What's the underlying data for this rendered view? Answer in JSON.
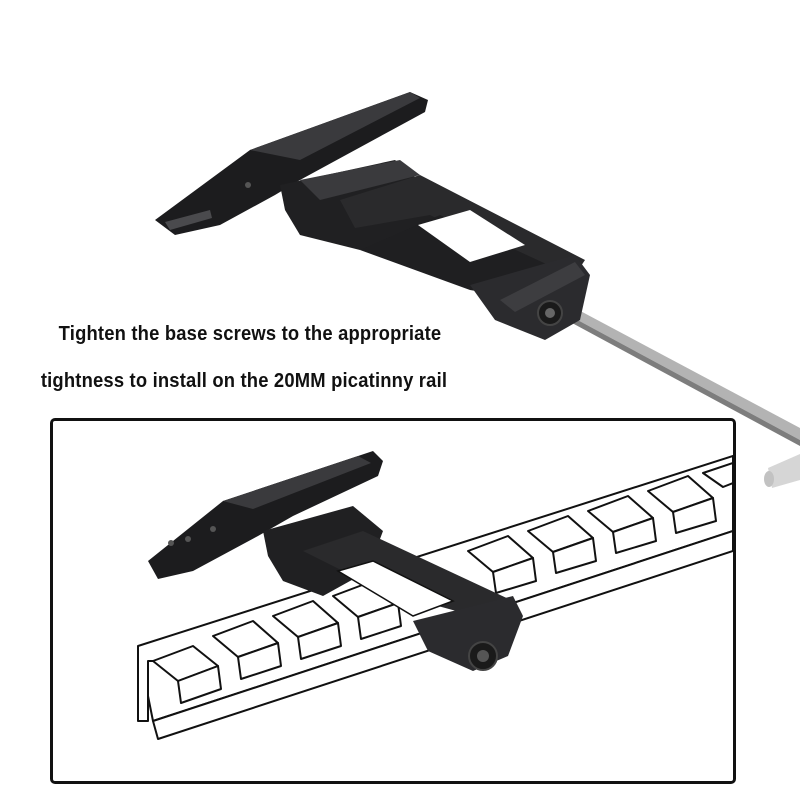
{
  "caption": {
    "line1": "Tighten the base screws to the appropriate",
    "line2": "tightness to install on the 20MM picatinny rail"
  },
  "product": {
    "name": "offset optic mount",
    "rail_size": "20MM",
    "rail_type": "picatinny rail"
  },
  "colors": {
    "product_black": "#1c1c1e",
    "product_highlight": "#3a3a3d",
    "hex_key": "#a9a9a9",
    "frame_border": "#111111",
    "text": "#111111"
  },
  "illustrations": [
    {
      "id": "top-photo",
      "subject": "mount with hex key inserted in base screw"
    },
    {
      "id": "inset-diagram",
      "subject": "mount installed on picatinny rail line drawing"
    }
  ]
}
